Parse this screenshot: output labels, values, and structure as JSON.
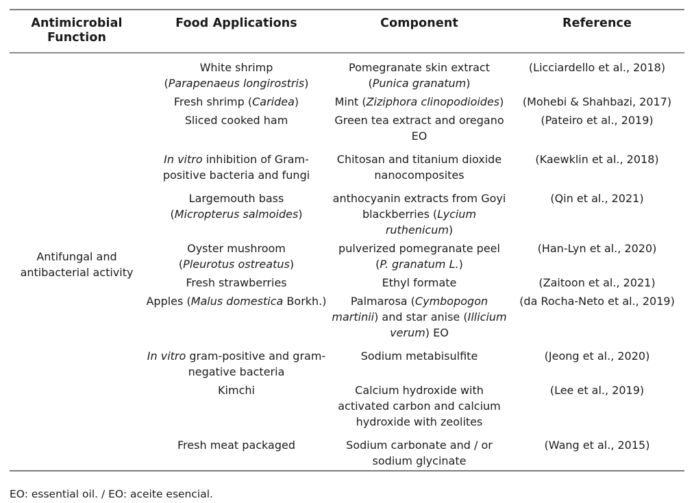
{
  "table": {
    "headers": [
      "Antimicrobial Function",
      "Food Applications",
      "Component",
      "Reference"
    ],
    "function_label": "Antifungal and antibacterial activity",
    "rows": [
      {
        "food_plain_1": "White shrimp",
        "food_plain_2": "(",
        "food_italic_2": "Parapenaeus longirostris",
        "food_plain_3": ")",
        "component_plain_1": "Pomegranate skin extract",
        "component_plain_2": "(",
        "component_italic_2": "Punica granatum",
        "component_plain_3": ")",
        "reference": "(Licciardello et al., 2018)"
      },
      {
        "food_plain_1": "Fresh shrimp (",
        "food_italic_1": "Caridea",
        "food_plain_2": ")",
        "component_plain_1": "Mint (",
        "component_italic_1": "Ziziphora clinopodioides",
        "component_plain_2": ")",
        "reference": "(Mohebi & Shahbazi, 2017)"
      },
      {
        "food_plain_1": "Sliced cooked ham",
        "component_plain_1": "Green tea extract and oregano EO",
        "reference": "(Pateiro et al., 2019)"
      },
      {
        "food_italic_1": "In vitro",
        "food_plain_1": " inhibition of Gram-positive bacteria and fungi",
        "component_plain_1": "Chitosan and titanium dioxide nanocomposites",
        "reference": "(Kaewklin et al., 2018)"
      },
      {
        "food_plain_1": "Largemouth bass",
        "food_plain_2": "(",
        "food_italic_2": "Micropterus salmoides",
        "food_plain_3": ")",
        "component_plain_1": "anthocyanin extracts from Goyi blackberries (",
        "component_italic_1": "Lycium ruthenicum",
        "component_plain_2": ")",
        "reference": "(Qin et al., 2021)"
      },
      {
        "food_plain_1": "Oyster mushroom",
        "food_plain_2": "(",
        "food_italic_2": "Pleurotus ostreatus",
        "food_plain_3": ")",
        "component_plain_1": "pulverized pomegranate peel",
        "component_plain_2": "(",
        "component_italic_2": "P. granatum L.",
        "component_plain_3": ")",
        "reference": "(Han-Lyn et al., 2020)"
      },
      {
        "food_plain_1": "Fresh strawberries",
        "component_plain_1": "Ethyl formate",
        "reference": "(Zaitoon et al., 2021)"
      },
      {
        "food_plain_1": "Apples (",
        "food_italic_1": "Malus domestica",
        "food_plain_2": " Borkh.)",
        "component_plain_1": "Palmarosa (",
        "component_italic_1": "Cymbopogon martinii",
        "component_plain_2": ") and star anise (",
        "component_italic_2": "Illicium verum",
        "component_plain_3": ") EO",
        "reference": "(da Rocha-Neto et al., 2019)"
      },
      {
        "food_italic_1": "In vitro",
        "food_plain_1": " gram-positive and gram-negative bacteria",
        "component_plain_1": "Sodium metabisulfite",
        "reference": "(Jeong et al., 2020)"
      },
      {
        "food_plain_1": "Kimchi",
        "component_plain_1": "Calcium hydroxide with activated carbon and calcium hydroxide with zeolites",
        "reference": "(Lee et al., 2019)"
      },
      {
        "food_plain_1": "Fresh meat packaged",
        "component_plain_1": "Sodium carbonate and / or sodium glycinate",
        "reference": "(Wang et al., 2015)"
      }
    ]
  },
  "footnote": "EO: essential oil. / EO: aceite esencial.",
  "colors": {
    "text": "#1a1a1a",
    "rule": "#7a7a7a",
    "background": "#ffffff"
  }
}
